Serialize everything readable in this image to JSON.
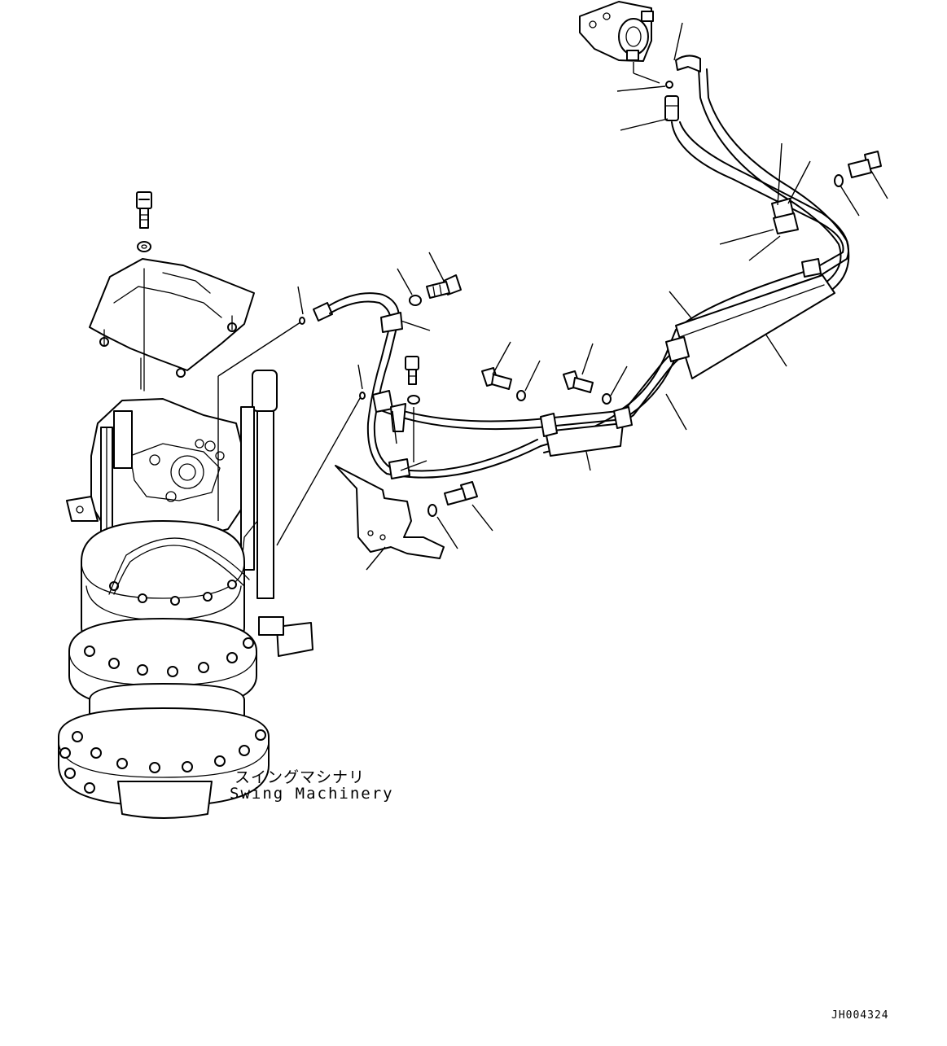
{
  "diagram": {
    "component_label_jp": "スイングマシナリ",
    "component_label_en": "Swing Machinery",
    "drawing_number": "JH004324"
  }
}
